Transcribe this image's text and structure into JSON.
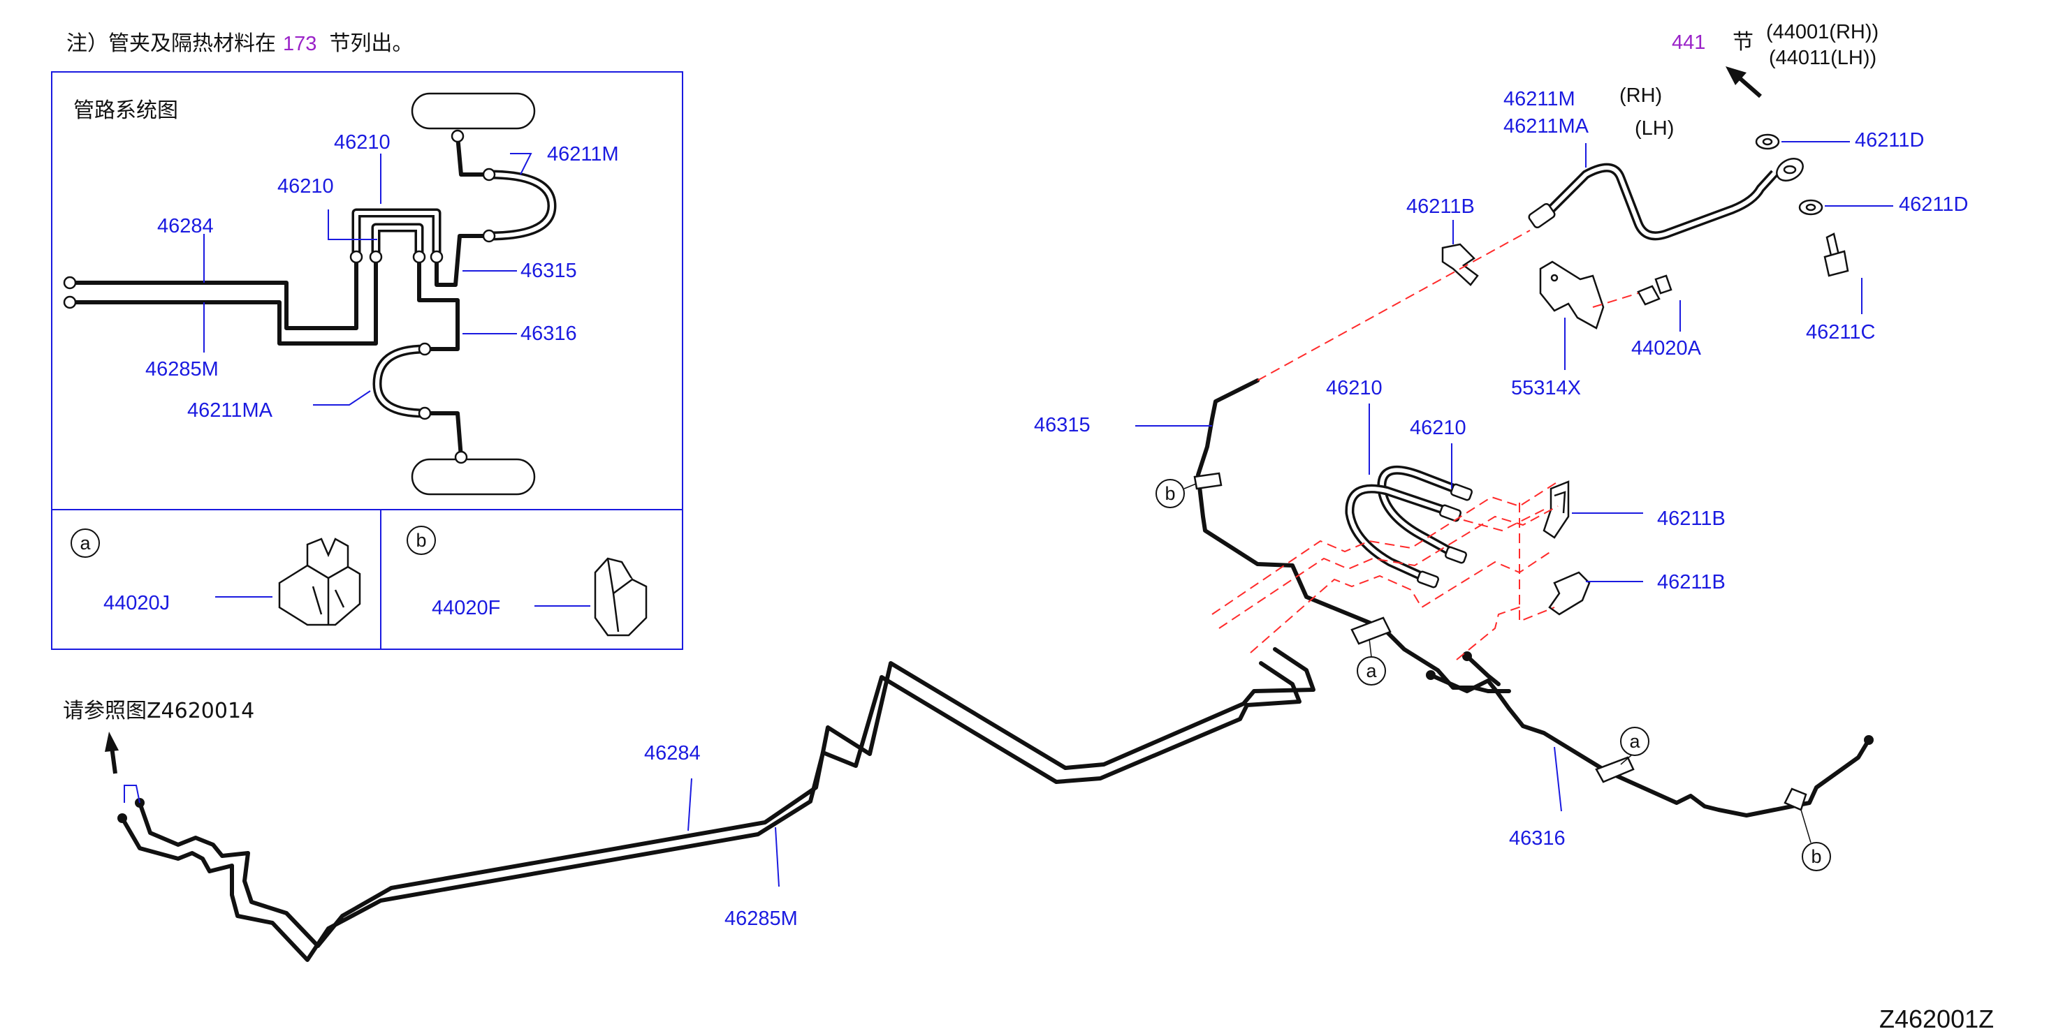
{
  "note": {
    "prefix": "注）管夹及隔热材料在",
    "ref": "173",
    "suffix": "节列出。"
  },
  "inset": {
    "title": "管路系统图",
    "labels": {
      "p46210_a": "46210",
      "p46210_b": "46210",
      "p46211M": "46211M",
      "p46284": "46284",
      "p46315": "46315",
      "p46316": "46316",
      "p46285M": "46285M",
      "p46211MA": "46211MA"
    },
    "clip_a": {
      "circle": "a",
      "part": "44020J"
    },
    "clip_b": {
      "circle": "b",
      "part": "44020F"
    }
  },
  "top_ref": {
    "section": "441",
    "section_word": "节",
    "rh": "(44001(RH))",
    "lh": "(44011(LH))"
  },
  "see_ref": "请参照图Z4620014",
  "parts": {
    "p46211M": "46211M",
    "rh": "(RH)",
    "p46211MA": "46211MA",
    "lh": "(LH)",
    "p46211D_1": "46211D",
    "p46211D_2": "46211D",
    "p46211B_top": "46211B",
    "p46211C": "46211C",
    "p55314X": "55314X",
    "p44020A": "44020A",
    "p46315": "46315",
    "p46210_1": "46210",
    "p46210_2": "46210",
    "p46211B_1": "46211B",
    "p46211B_2": "46211B",
    "p46284": "46284",
    "p46285M": "46285M",
    "p46316": "46316"
  },
  "markers": {
    "b1": "b",
    "a1": "a",
    "a2": "a",
    "b2": "b"
  },
  "diagram_code": "Z462001Z",
  "colors": {
    "label": "#1a1ae0",
    "reference": "#9a22c8",
    "guide_dash": "#ff2a2a",
    "pipe": "#111111"
  }
}
